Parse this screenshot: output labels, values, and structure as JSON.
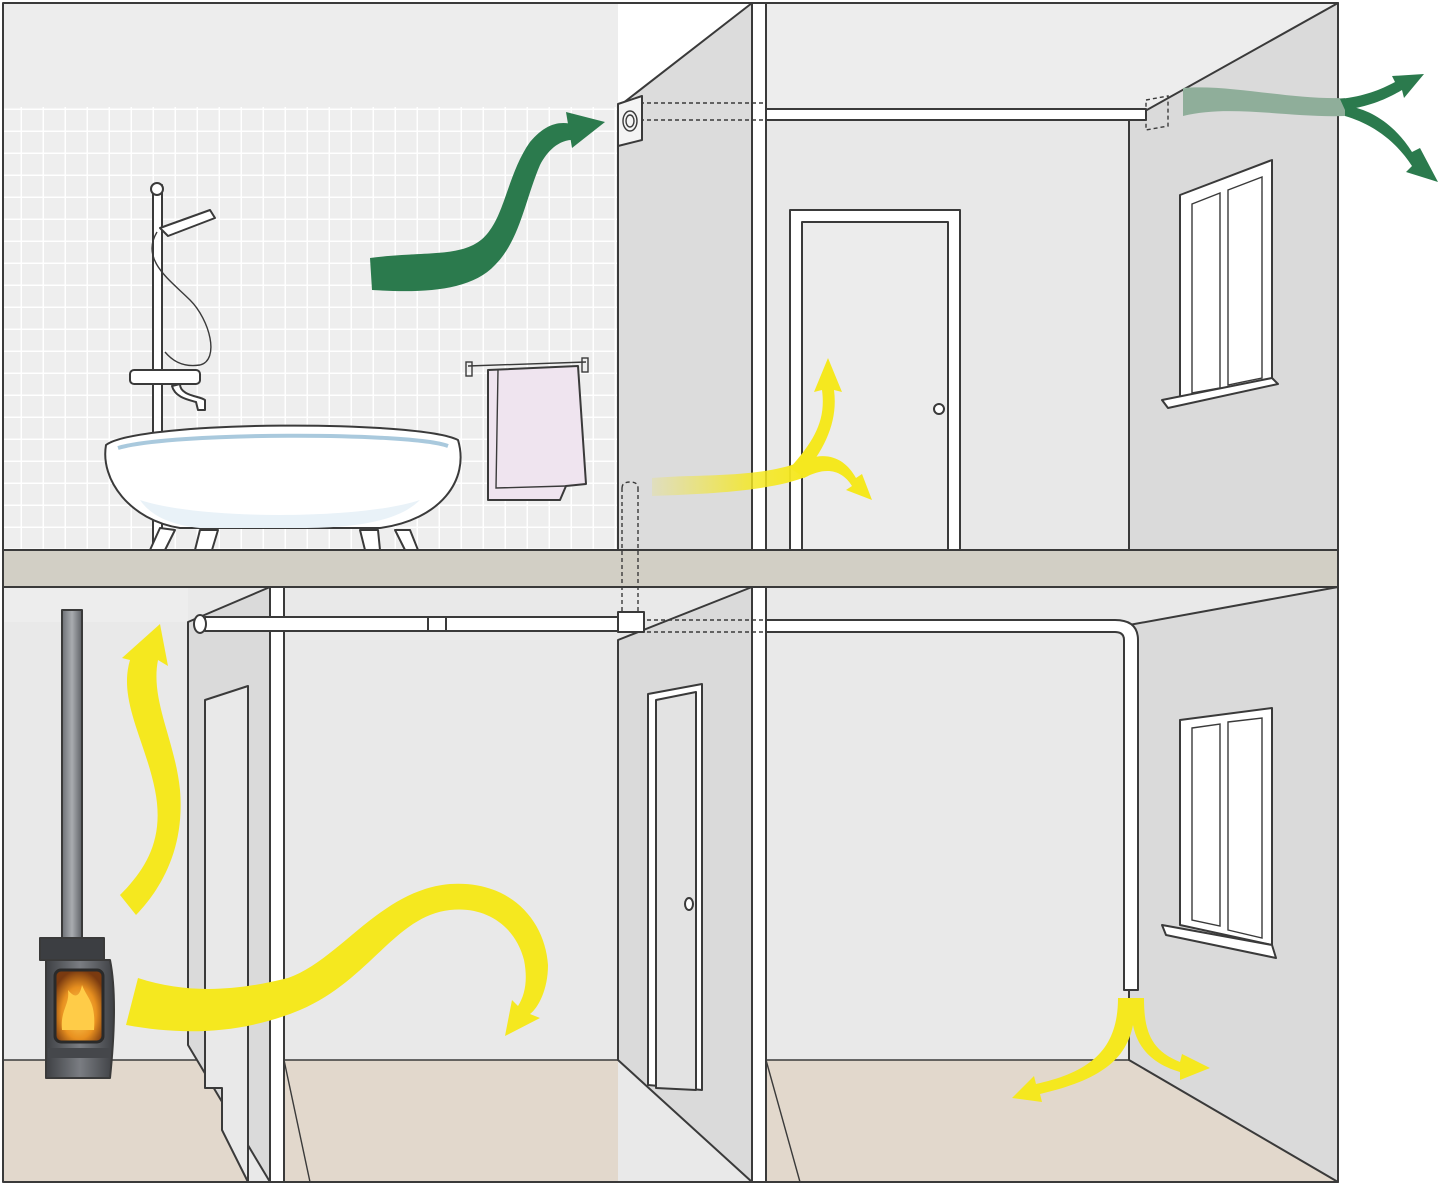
{
  "colors": {
    "background": "#ffffff",
    "wall": "#e6e6e6",
    "side_wall": "#dadada",
    "ceiling": "#ededed",
    "floor": "#e2d8cc",
    "slab": "#d2cfc5",
    "tile": "#eeeeee",
    "tile_grid": "#ffffff",
    "moist_air": "#2b7a4d",
    "exhaust_air": "#8fae9a",
    "warm_air": "#f5e81f",
    "glass": "#cfe3f3",
    "stove": "#55585c",
    "flame": "#e8901f"
  },
  "icons": {
    "exhaust_fan": "exhaust-fan-icon",
    "stove": "wood-stove-icon",
    "bathtub": "bathtub-icon"
  },
  "flows": {
    "bathroom_moist_air": "moist-air",
    "exterior_exhaust": "exhaust-air",
    "upstairs_supply": "warm-air",
    "stove_rising": "warm-air",
    "stove_spread": "warm-air",
    "downstairs_supply": "warm-air"
  }
}
